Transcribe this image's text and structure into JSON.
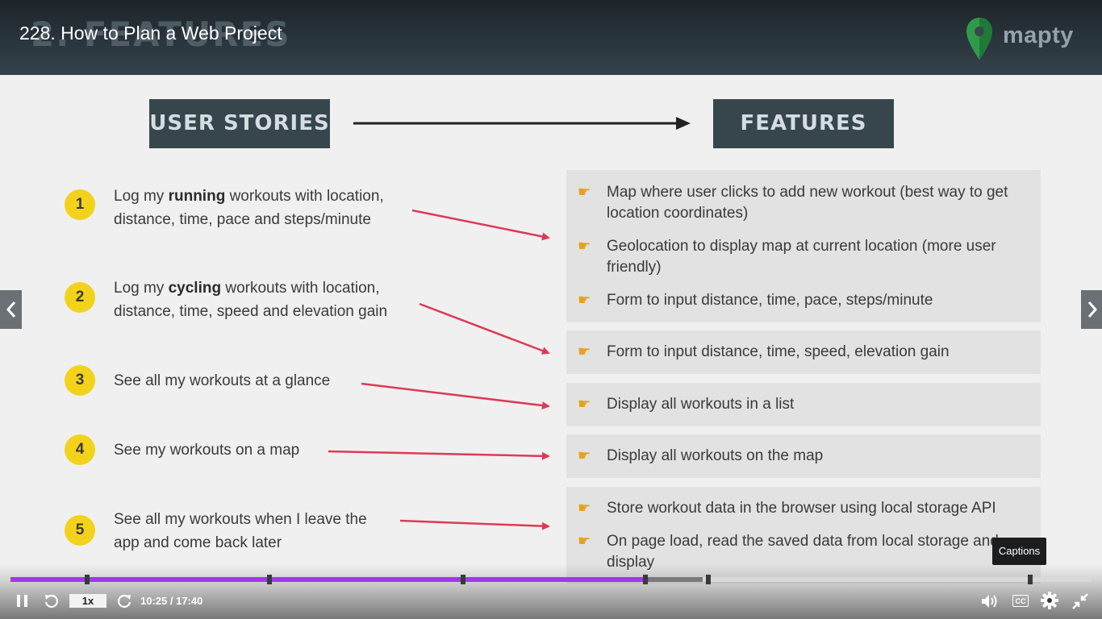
{
  "header": {
    "video_title": "228. How to Plan a Web Project",
    "slide_heading": "2. FEATURES",
    "logo_text": "mapty"
  },
  "slide": {
    "user_stories_label": "USER STORIES",
    "features_label": "FEATURES",
    "stories": [
      {
        "num": "1",
        "pre": "Log my ",
        "bold": "running",
        "post": " workouts with location,",
        "line2": "distance, time, pace and steps/minute"
      },
      {
        "num": "2",
        "pre": "Log my ",
        "bold": "cycling",
        "post": " workouts with location,",
        "line2": "distance, time, speed and elevation gain"
      },
      {
        "num": "3",
        "line1": "See all my workouts at a glance"
      },
      {
        "num": "4",
        "line1": "See my workouts on a map"
      },
      {
        "num": "5",
        "line1": "See all my workouts when I leave the",
        "line2": "app and come back later"
      }
    ],
    "features": [
      "Map where user clicks to add new workout (best way to get location coordinates)",
      "Geolocation to display map at current location (more user friendly)",
      "Form to input distance, time, pace, steps/minute",
      "Form to input distance, time, speed, elevation gain",
      "Display all workouts in a list",
      "Display all workouts on the map",
      "Store workout data in the browser using local storage API",
      "On page load, read the saved data from local storage and display"
    ],
    "colors": {
      "arrow_red": "#dc3b55",
      "badge_yellow": "#f3d21b",
      "heading_box": "#37464d"
    }
  },
  "player": {
    "speed": "1x",
    "current_time": "10:25",
    "duration": "17:40",
    "time_display": "10:25 / 17:40",
    "progress_fraction": 0.59,
    "buffered_fraction": 0.64,
    "captions_tooltip": "Captions",
    "cc_label": "CC",
    "accent_color": "#a435f0"
  }
}
